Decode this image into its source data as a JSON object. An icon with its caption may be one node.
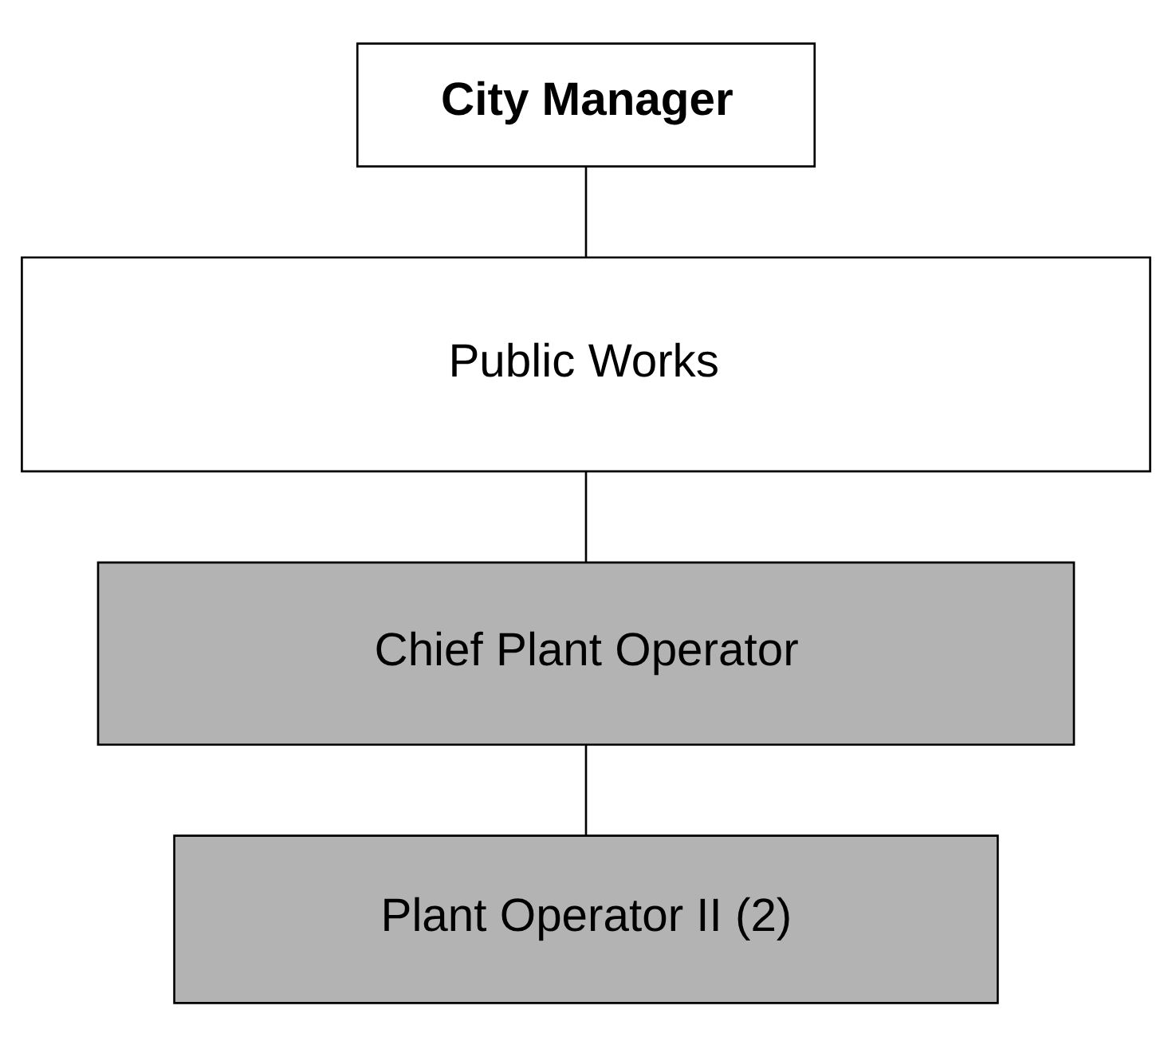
{
  "diagram": {
    "nodes": [
      {
        "text": [
          "City Manager"
        ]
      },
      {
        "text": [
          "Public Works"
        ]
      },
      {
        "text": [
          "Chief Plant Operator"
        ]
      },
      {
        "text": [
          "Plant Operator II (2)"
        ]
      }
    ],
    "edges": [
      {
        "from": 0,
        "to": 1,
        "arrow": "none"
      },
      {
        "from": 1,
        "to": 2,
        "arrow": "none"
      },
      {
        "from": 2,
        "to": 3,
        "arrow": "none"
      }
    ]
  }
}
